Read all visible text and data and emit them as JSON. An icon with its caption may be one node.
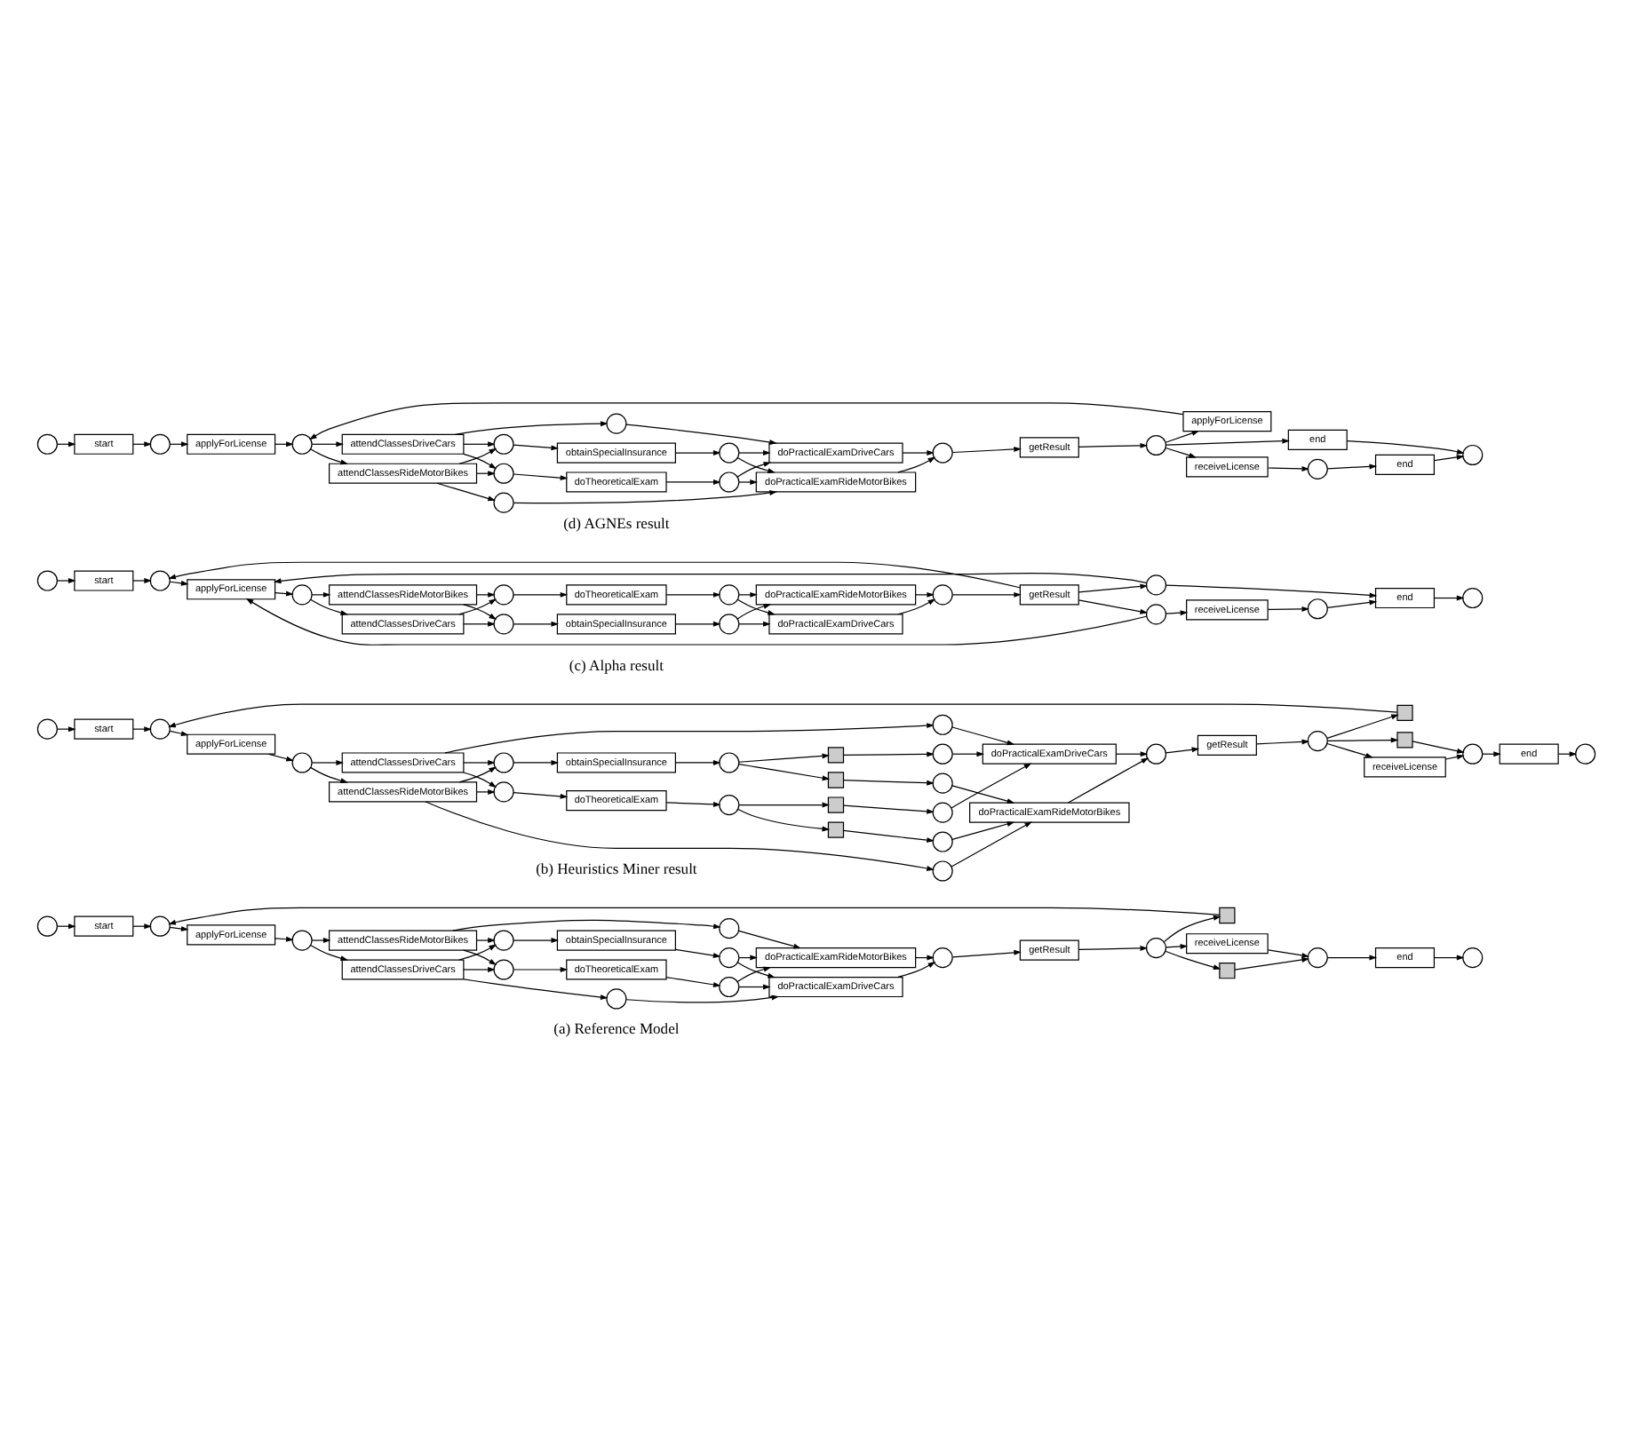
{
  "diagram": {
    "nodes": [
      {
        "text": [],
        "shape": "circle"
      },
      {
        "text": [
          "start"
        ]
      },
      {
        "text": [],
        "shape": "circle"
      },
      {
        "text": [
          "applyForLicense"
        ]
      },
      {
        "text": [],
        "shape": "circle"
      },
      {
        "text": [
          "attendClassesDriveCars"
        ]
      },
      {
        "text": [
          "attendClassesRideMotorBikes"
        ]
      },
      {
        "text": [],
        "shape": "circle"
      },
      {
        "text": [],
        "shape": "circle"
      },
      {
        "text": [
          "doTheoreticalExam"
        ]
      },
      {
        "text": [],
        "shape": "circle"
      },
      {
        "text": [
          "obtainSpecialInsurance"
        ]
      },
      {
        "text": [],
        "shape": "circle"
      },
      {
        "text": [],
        "shape": "circle"
      },
      {
        "text": [],
        "shape": "circle"
      },
      {
        "text": [
          "doPracticalExamDriveCars"
        ]
      },
      {
        "text": [
          "doPracticalExamRideMotorBikes"
        ]
      },
      {
        "text": [],
        "shape": "circle"
      },
      {
        "text": [
          "getResult"
        ]
      },
      {
        "text": [],
        "shape": "circle"
      },
      {
        "text": [],
        "shape": "box"
      },
      {
        "text": [
          "receiveLicense"
        ]
      },
      {
        "text": [],
        "shape": "box"
      },
      {
        "text": [],
        "shape": "circle"
      },
      {
        "text": [
          "end"
        ]
      },
      {
        "text": [],
        "shape": "circle"
      },
      {
        "text": [],
        "shape": "circle"
      },
      {
        "text": [
          "start"
        ]
      },
      {
        "text": [],
        "shape": "circle"
      },
      {
        "text": [
          "applyForLicense"
        ]
      },
      {
        "text": [],
        "shape": "circle"
      },
      {
        "text": [
          "attendClassesDriveCars"
        ]
      },
      {
        "text": [
          "attendClassesRideMotorBikes"
        ]
      },
      {
        "text": [],
        "shape": "circle"
      },
      {
        "text": [],
        "shape": "circle"
      },
      {
        "text": [
          "obtainSpecialInsurance"
        ]
      },
      {
        "text": [],
        "shape": "circle"
      },
      {
        "text": [
          "doTheoreticalExam"
        ]
      },
      {
        "text": [],
        "shape": "circle"
      },
      {
        "text": [],
        "shape": "circle"
      },
      {
        "text": [],
        "shape": "box"
      },
      {
        "text": [],
        "shape": "box"
      },
      {
        "text": [],
        "shape": "circle"
      },
      {
        "text": [],
        "shape": "box"
      },
      {
        "text": [],
        "shape": "box"
      },
      {
        "text": [],
        "shape": "circle"
      },
      {
        "text": [],
        "shape": "circle"
      },
      {
        "text": [],
        "shape": "circle"
      },
      {
        "text": [],
        "shape": "circle"
      },
      {
        "text": [
          "doPracticalExamDriveCars"
        ]
      },
      {
        "text": [
          "doPracticalExamRideMotorBikes"
        ]
      },
      {
        "text": [],
        "shape": "circle"
      },
      {
        "text": [
          "getResult"
        ]
      },
      {
        "text": [],
        "shape": "circle"
      },
      {
        "text": [],
        "shape": "box"
      },
      {
        "text": [
          "receiveLicense"
        ]
      },
      {
        "text": [],
        "shape": "box"
      },
      {
        "text": [],
        "shape": "circle"
      },
      {
        "text": [
          "end"
        ]
      },
      {
        "text": [],
        "shape": "circle"
      },
      {
        "text": [],
        "shape": "circle"
      },
      {
        "text": [
          "start"
        ]
      },
      {
        "text": [],
        "shape": "circle"
      },
      {
        "text": [
          "applyForLicense"
        ]
      },
      {
        "text": [],
        "shape": "circle"
      },
      {
        "text": [
          "attendClassesRideMotorBikes"
        ]
      },
      {
        "text": [
          "attendClassesDriveCars"
        ]
      },
      {
        "text": [],
        "shape": "circle"
      },
      {
        "text": [
          "doTheoreticalExam"
        ]
      },
      {
        "text": [],
        "shape": "circle"
      },
      {
        "text": [
          "obtainSpecialInsurance"
        ]
      },
      {
        "text": [],
        "shape": "circle"
      },
      {
        "text": [],
        "shape": "circle"
      },
      {
        "text": [
          "doPracticalExamRideMotorBikes"
        ]
      },
      {
        "text": [
          "doPracticalExamDriveCars"
        ]
      },
      {
        "text": [],
        "shape": "circle"
      },
      {
        "text": [
          "getResult"
        ]
      },
      {
        "text": [],
        "shape": "circle"
      },
      {
        "text": [],
        "shape": "circle"
      },
      {
        "text": [
          "receiveLicense"
        ]
      },
      {
        "text": [],
        "shape": "circle"
      },
      {
        "text": [
          "end"
        ]
      },
      {
        "text": [],
        "shape": "circle"
      },
      {
        "text": [],
        "shape": "circle"
      },
      {
        "text": [
          "start"
        ]
      },
      {
        "text": [],
        "shape": "circle"
      },
      {
        "text": [
          "applyForLicense"
        ]
      },
      {
        "text": [],
        "shape": "circle"
      },
      {
        "text": [
          "applyForLicense"
        ]
      },
      {
        "text": [
          "attendClassesDriveCars"
        ]
      },
      {
        "text": [
          "attendClassesRideMotorBikes"
        ]
      },
      {
        "text": [],
        "shape": "circle"
      },
      {
        "text": [],
        "shape": "circle"
      },
      {
        "text": [
          "obtainSpecialInsurance"
        ]
      },
      {
        "text": [],
        "shape": "circle"
      },
      {
        "text": [
          "doTheoreticalExam"
        ]
      },
      {
        "text": [],
        "shape": "circle"
      },
      {
        "text": [],
        "shape": "circle"
      },
      {
        "text": [],
        "shape": "circle"
      },
      {
        "text": [
          "doPracticalExamDriveCars"
        ]
      },
      {
        "text": [
          "doPracticalExamRideMotorBikes"
        ]
      },
      {
        "text": [],
        "shape": "circle"
      },
      {
        "text": [
          "getResult"
        ]
      },
      {
        "text": [],
        "shape": "circle"
      },
      {
        "text": [
          "receiveLicense"
        ]
      },
      {
        "text": [],
        "shape": "circle"
      },
      {
        "text": [
          "end"
        ]
      },
      {
        "text": [
          "end"
        ]
      },
      {
        "text": [],
        "shape": "circle"
      }
    ],
    "edges": [
      {
        "from": 0,
        "to": 1,
        "arrow": "to"
      },
      {
        "from": 1,
        "to": 2,
        "arrow": "to"
      },
      {
        "from": 2,
        "to": 3,
        "arrow": "to"
      },
      {
        "from": 3,
        "to": 4,
        "arrow": "to"
      },
      {
        "from": 4,
        "to": 5,
        "arrow": "to"
      },
      {
        "from": 4,
        "to": 6,
        "arrow": "to"
      },
      {
        "from": 5,
        "to": 7,
        "arrow": "to"
      },
      {
        "from": 5,
        "to": 8,
        "arrow": "to"
      },
      {
        "from": 5,
        "to": 10,
        "arrow": "to"
      },
      {
        "from": 6,
        "to": 8,
        "arrow": "to"
      },
      {
        "from": 6,
        "to": 10,
        "arrow": "to"
      },
      {
        "from": 6,
        "to": 12,
        "arrow": "to"
      },
      {
        "from": 8,
        "to": 9,
        "arrow": "to"
      },
      {
        "from": 10,
        "to": 11,
        "arrow": "to"
      },
      {
        "from": 9,
        "to": 13,
        "arrow": "to"
      },
      {
        "from": 11,
        "to": 14,
        "arrow": "to"
      },
      {
        "from": 7,
        "to": 15,
        "arrow": "to"
      },
      {
        "from": 13,
        "to": 15,
        "arrow": "to"
      },
      {
        "from": 13,
        "to": 16,
        "arrow": "to"
      },
      {
        "from": 14,
        "to": 15,
        "arrow": "to"
      },
      {
        "from": 14,
        "to": 16,
        "arrow": "to"
      },
      {
        "from": 12,
        "to": 16,
        "arrow": "to"
      },
      {
        "from": 15,
        "to": 17,
        "arrow": "to"
      },
      {
        "from": 16,
        "to": 17,
        "arrow": "to"
      },
      {
        "from": 17,
        "to": 18,
        "arrow": "to"
      },
      {
        "from": 18,
        "to": 19,
        "arrow": "to"
      },
      {
        "from": 19,
        "to": 20,
        "arrow": "to"
      },
      {
        "from": 19,
        "to": 21,
        "arrow": "to"
      },
      {
        "from": 19,
        "to": 22,
        "arrow": "to"
      },
      {
        "from": 20,
        "to": 2,
        "arrow": "to"
      },
      {
        "from": 21,
        "to": 23,
        "arrow": "to"
      },
      {
        "from": 22,
        "to": 23,
        "arrow": "to"
      },
      {
        "from": 23,
        "to": 24,
        "arrow": "to"
      },
      {
        "from": 24,
        "to": 25,
        "arrow": "to"
      },
      {
        "from": 26,
        "to": 27,
        "arrow": "to"
      },
      {
        "from": 27,
        "to": 28,
        "arrow": "to"
      },
      {
        "from": 28,
        "to": 29,
        "arrow": "to"
      },
      {
        "from": 29,
        "to": 30,
        "arrow": "to"
      },
      {
        "from": 30,
        "to": 31,
        "arrow": "to"
      },
      {
        "from": 30,
        "to": 32,
        "arrow": "to"
      },
      {
        "from": 31,
        "to": 33,
        "arrow": "to"
      },
      {
        "from": 31,
        "to": 34,
        "arrow": "to"
      },
      {
        "from": 31,
        "to": 36,
        "arrow": "to"
      },
      {
        "from": 32,
        "to": 34,
        "arrow": "to"
      },
      {
        "from": 32,
        "to": 36,
        "arrow": "to"
      },
      {
        "from": 32,
        "to": 38,
        "arrow": "to"
      },
      {
        "from": 34,
        "to": 35,
        "arrow": "to"
      },
      {
        "from": 36,
        "to": 37,
        "arrow": "to"
      },
      {
        "from": 35,
        "to": 39,
        "arrow": "to"
      },
      {
        "from": 39,
        "to": 40,
        "arrow": "to"
      },
      {
        "from": 39,
        "to": 41,
        "arrow": "to"
      },
      {
        "from": 37,
        "to": 42,
        "arrow": "to"
      },
      {
        "from": 42,
        "to": 43,
        "arrow": "to"
      },
      {
        "from": 42,
        "to": 44,
        "arrow": "to"
      },
      {
        "from": 40,
        "to": 45,
        "arrow": "to"
      },
      {
        "from": 41,
        "to": 46,
        "arrow": "to"
      },
      {
        "from": 43,
        "to": 47,
        "arrow": "to"
      },
      {
        "from": 44,
        "to": 48,
        "arrow": "to"
      },
      {
        "from": 33,
        "to": 49,
        "arrow": "to"
      },
      {
        "from": 45,
        "to": 49,
        "arrow": "to"
      },
      {
        "from": 47,
        "to": 49,
        "arrow": "to"
      },
      {
        "from": 46,
        "to": 50,
        "arrow": "to"
      },
      {
        "from": 48,
        "to": 50,
        "arrow": "to"
      },
      {
        "from": 38,
        "to": 50,
        "arrow": "to"
      },
      {
        "from": 49,
        "to": 51,
        "arrow": "to"
      },
      {
        "from": 50,
        "to": 51,
        "arrow": "to"
      },
      {
        "from": 51,
        "to": 52,
        "arrow": "to"
      },
      {
        "from": 52,
        "to": 53,
        "arrow": "to"
      },
      {
        "from": 53,
        "to": 54,
        "arrow": "to"
      },
      {
        "from": 53,
        "to": 55,
        "arrow": "to"
      },
      {
        "from": 53,
        "to": 56,
        "arrow": "to"
      },
      {
        "from": 54,
        "to": 28,
        "arrow": "to"
      },
      {
        "from": 55,
        "to": 57,
        "arrow": "to"
      },
      {
        "from": 56,
        "to": 57,
        "arrow": "to"
      },
      {
        "from": 57,
        "to": 58,
        "arrow": "to"
      },
      {
        "from": 58,
        "to": 59,
        "arrow": "to"
      },
      {
        "from": 60,
        "to": 61,
        "arrow": "to"
      },
      {
        "from": 61,
        "to": 62,
        "arrow": "to"
      },
      {
        "from": 62,
        "to": 63,
        "arrow": "to"
      },
      {
        "from": 63,
        "to": 64,
        "arrow": "to"
      },
      {
        "from": 64,
        "to": 65,
        "arrow": "to"
      },
      {
        "from": 64,
        "to": 66,
        "arrow": "to"
      },
      {
        "from": 65,
        "to": 67,
        "arrow": "to"
      },
      {
        "from": 65,
        "to": 69,
        "arrow": "to"
      },
      {
        "from": 66,
        "to": 67,
        "arrow": "to"
      },
      {
        "from": 66,
        "to": 69,
        "arrow": "to"
      },
      {
        "from": 67,
        "to": 68,
        "arrow": "to"
      },
      {
        "from": 69,
        "to": 70,
        "arrow": "to"
      },
      {
        "from": 68,
        "to": 71,
        "arrow": "to"
      },
      {
        "from": 70,
        "to": 72,
        "arrow": "to"
      },
      {
        "from": 71,
        "to": 73,
        "arrow": "to"
      },
      {
        "from": 71,
        "to": 74,
        "arrow": "to"
      },
      {
        "from": 72,
        "to": 73,
        "arrow": "to"
      },
      {
        "from": 72,
        "to": 74,
        "arrow": "to"
      },
      {
        "from": 73,
        "to": 75,
        "arrow": "to"
      },
      {
        "from": 74,
        "to": 75,
        "arrow": "to"
      },
      {
        "from": 75,
        "to": 76,
        "arrow": "to"
      },
      {
        "from": 76,
        "to": 77,
        "arrow": "to"
      },
      {
        "from": 76,
        "to": 78,
        "arrow": "to"
      },
      {
        "from": 76,
        "to": 62,
        "arrow": "to"
      },
      {
        "from": 77,
        "to": 63,
        "arrow": "to"
      },
      {
        "from": 77,
        "to": 79,
        "arrow": "to"
      },
      {
        "from": 78,
        "to": 63,
        "arrow": "to"
      },
      {
        "from": 78,
        "to": 81,
        "arrow": "to"
      },
      {
        "from": 79,
        "to": 80,
        "arrow": "to"
      },
      {
        "from": 80,
        "to": 81,
        "arrow": "to"
      },
      {
        "from": 81,
        "to": 82,
        "arrow": "to"
      },
      {
        "from": 83,
        "to": 84,
        "arrow": "to"
      },
      {
        "from": 84,
        "to": 85,
        "arrow": "to"
      },
      {
        "from": 85,
        "to": 86,
        "arrow": "to"
      },
      {
        "from": 86,
        "to": 87,
        "arrow": "to"
      },
      {
        "from": 88,
        "to": 87,
        "arrow": "to"
      },
      {
        "from": 87,
        "to": 89,
        "arrow": "to"
      },
      {
        "from": 87,
        "to": 90,
        "arrow": "to"
      },
      {
        "from": 89,
        "to": 91,
        "arrow": "to"
      },
      {
        "from": 89,
        "to": 92,
        "arrow": "to"
      },
      {
        "from": 89,
        "to": 94,
        "arrow": "to"
      },
      {
        "from": 90,
        "to": 92,
        "arrow": "to"
      },
      {
        "from": 90,
        "to": 94,
        "arrow": "to"
      },
      {
        "from": 90,
        "to": 96,
        "arrow": "to"
      },
      {
        "from": 92,
        "to": 93,
        "arrow": "to"
      },
      {
        "from": 94,
        "to": 95,
        "arrow": "to"
      },
      {
        "from": 93,
        "to": 97,
        "arrow": "to"
      },
      {
        "from": 95,
        "to": 98,
        "arrow": "to"
      },
      {
        "from": 91,
        "to": 99,
        "arrow": "to"
      },
      {
        "from": 97,
        "to": 99,
        "arrow": "to"
      },
      {
        "from": 97,
        "to": 100,
        "arrow": "to"
      },
      {
        "from": 98,
        "to": 99,
        "arrow": "to"
      },
      {
        "from": 98,
        "to": 100,
        "arrow": "to"
      },
      {
        "from": 96,
        "to": 100,
        "arrow": "to"
      },
      {
        "from": 99,
        "to": 101,
        "arrow": "to"
      },
      {
        "from": 100,
        "to": 101,
        "arrow": "to"
      },
      {
        "from": 101,
        "to": 102,
        "arrow": "to"
      },
      {
        "from": 102,
        "to": 103,
        "arrow": "to"
      },
      {
        "from": 103,
        "to": 104,
        "arrow": "to"
      },
      {
        "from": 103,
        "to": 107,
        "arrow": "to"
      },
      {
        "from": 103,
        "to": 88,
        "arrow": "to"
      },
      {
        "from": 104,
        "to": 105,
        "arrow": "to"
      },
      {
        "from": 105,
        "to": 106,
        "arrow": "to"
      },
      {
        "from": 106,
        "to": 108,
        "arrow": "to"
      },
      {
        "from": 107,
        "to": 108,
        "arrow": "to"
      }
    ],
    "labels": [
      "(a) Reference Model",
      "(b) Heuristics Miner result",
      "(c) Alpha result",
      "(d) AGNEs result"
    ]
  }
}
